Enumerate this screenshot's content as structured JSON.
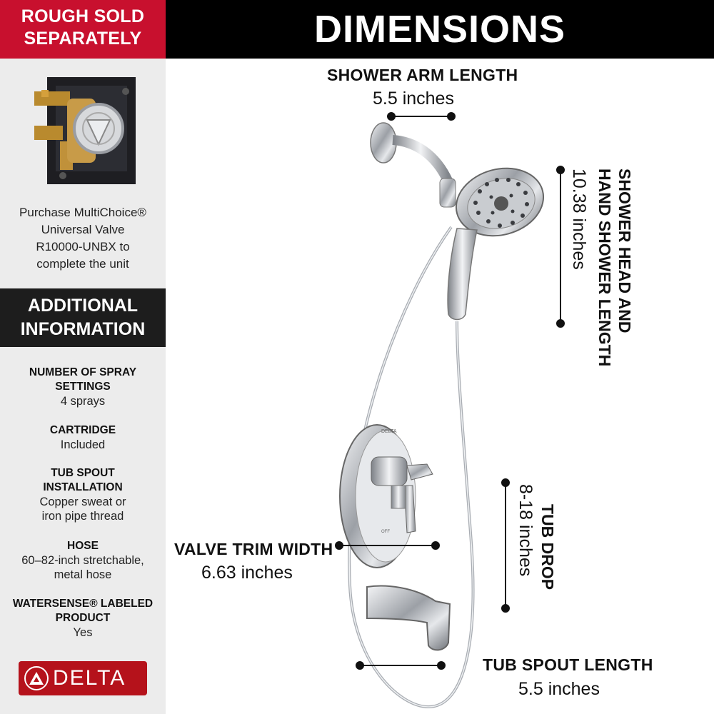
{
  "left_panel": {
    "rough_banner": [
      "ROUGH SOLD",
      "SEPARATELY"
    ],
    "valve_text": [
      "Purchase MultiChoice®",
      "Universal Valve",
      "R10000-UNBX to",
      "complete the unit"
    ],
    "additional_banner": [
      "ADDITIONAL",
      "INFORMATION"
    ],
    "info": [
      {
        "label": [
          "NUMBER OF SPRAY",
          "SETTINGS"
        ],
        "value": [
          "4 sprays"
        ]
      },
      {
        "label": [
          "CARTRIDGE"
        ],
        "value": [
          "Included"
        ]
      },
      {
        "label": [
          "TUB SPOUT",
          "INSTALLATION"
        ],
        "value": [
          "Copper sweat or",
          "iron pipe thread"
        ]
      },
      {
        "label": [
          "HOSE"
        ],
        "value": [
          "60–82-inch stretchable,",
          "metal hose"
        ]
      },
      {
        "label": [
          "WATERSENSE® LABELED",
          "PRODUCT"
        ],
        "value": [
          "Yes"
        ]
      }
    ],
    "logo_text": "DELTA"
  },
  "header": {
    "title": "DIMENSIONS"
  },
  "dimensions": {
    "shower_arm": {
      "title": "SHOWER ARM LENGTH",
      "value": "5.5 inches"
    },
    "shower_head": {
      "title": [
        "SHOWER HEAD AND",
        "HAND SHOWER LENGTH"
      ],
      "value": "10.38 inches"
    },
    "valve_trim": {
      "title": "VALVE TRIM WIDTH",
      "value": "6.63 inches"
    },
    "tub_drop": {
      "title": "TUB DROP",
      "value": "8-18 inches"
    },
    "tub_spout": {
      "title": "TUB SPOUT LENGTH",
      "value": "5.5 inches"
    }
  },
  "product_marks": {
    "handle_brand": "DELTA",
    "handle_off": "OFF"
  },
  "colors": {
    "brand_red": "#c8102e",
    "header_black": "#000000",
    "panel_gray": "#ececec",
    "chrome": "#b8bcc2"
  }
}
